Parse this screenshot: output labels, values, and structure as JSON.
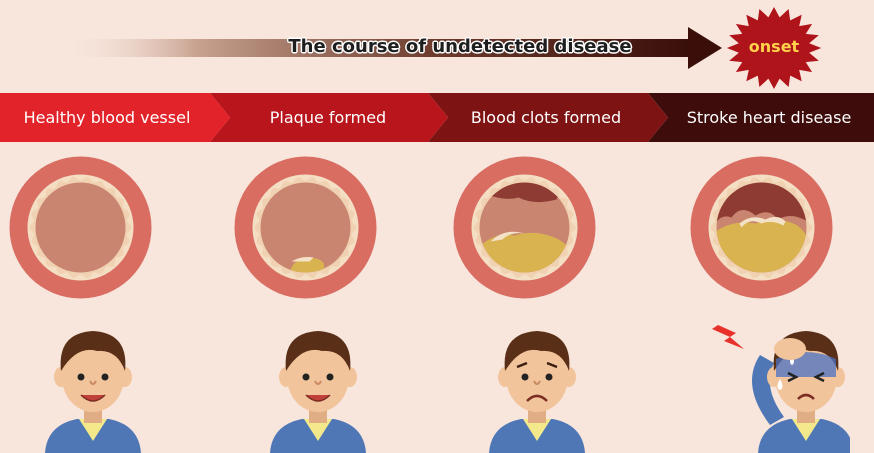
{
  "header": {
    "course_label": "The course of undetected disease",
    "onset_label": "onset"
  },
  "stages": [
    {
      "label": "Healthy blood vessel",
      "plaque": "none",
      "clot": "none",
      "face": "smile"
    },
    {
      "label": "Plaque formed",
      "plaque": "small",
      "clot": "none",
      "face": "smile"
    },
    {
      "label": "Blood clots formed",
      "plaque": "medium",
      "clot": "partial",
      "face": "worried"
    },
    {
      "label": "Stroke heart disease",
      "plaque": "large",
      "clot": "occluded",
      "face": "pain"
    }
  ],
  "colors": {
    "background": "#f8e6dd",
    "banner_start": "#e2232a",
    "banner_end": "#3e0c0b",
    "vessel_wall": "#d96d62",
    "vessel_inner_ring": "#f5dfc4",
    "vessel_lumen": "#c98570",
    "plaque": "#d9b34f",
    "clot": "#8e3b34",
    "onset_burst": "#b0141b",
    "onset_text": "#ffd24a"
  }
}
